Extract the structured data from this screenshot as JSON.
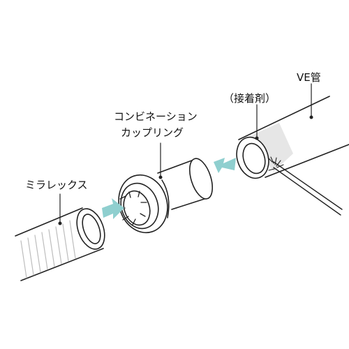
{
  "labels": {
    "ve_pipe": "VE管",
    "adhesive": "（接着剤）",
    "coupling_line1": "コンビネーション",
    "coupling_line2": "カップリング",
    "miralex": "ミラレックス"
  },
  "colors": {
    "arrow": "#8fcfcf",
    "outline": "#222222",
    "fill": "#ffffff",
    "adhesive_band": "#e6e6e6",
    "hose_ridge": "#d8d8d8"
  }
}
